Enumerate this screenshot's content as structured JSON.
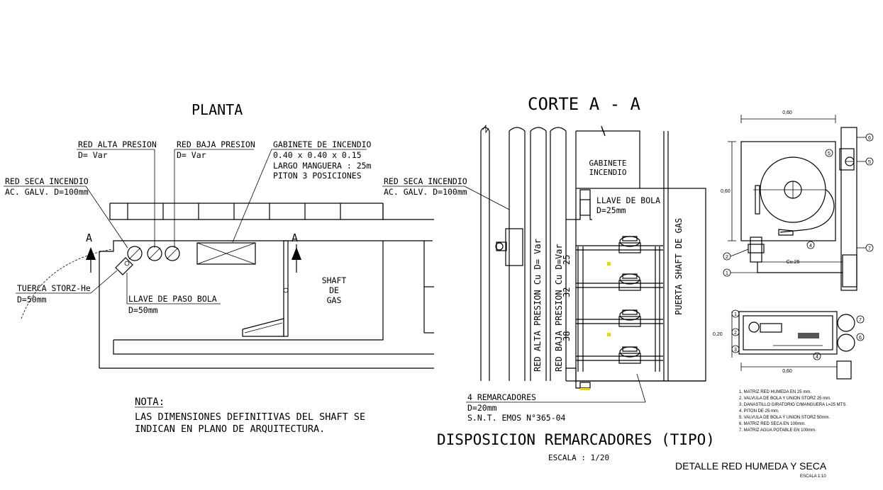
{
  "planta": {
    "title": "PLANTA",
    "red_alta": {
      "title": "RED ALTA PRESION",
      "sub": "D= Var"
    },
    "red_baja": {
      "title": "RED BAJA PRESION",
      "sub": "D= Var"
    },
    "gabinete": {
      "title": "GABINETE DE INCENDIO",
      "l1": "0.40 x 0.40 x 0.15",
      "l2": "LARGO MANGUERA : 25m",
      "l3": "PITON 3 POSICIONES"
    },
    "red_seca": {
      "title": "RED SECA INCENDIO",
      "sub": "AC. GALV. D=100mm"
    },
    "section_mark": "A",
    "tuerca": {
      "title": "TUERCA STORZ-He",
      "sub": "D=50mm"
    },
    "llave_paso": {
      "title": "LLAVE DE PASO BOLA",
      "sub": "D=50mm"
    },
    "shaft": [
      "SHAFT",
      "DE",
      "GAS"
    ]
  },
  "nota": {
    "title": "NOTA:",
    "l1": "LAS DIMENSIONES DEFINITIVAS DEL SHAFT SE",
    "l2": "INDICAN EN PLANO DE ARQUITECTURA."
  },
  "corte": {
    "title": "CORTE A - A",
    "red_seca": {
      "title": "RED SECA INCENDIO",
      "sub": "AC. GALV. D=100mm"
    },
    "gabinete": [
      "GABINETE",
      "INCENDIO"
    ],
    "llave_bola": {
      "title": "LLAVE DE BOLA",
      "sub": "D=25mm"
    },
    "vertical_alta": "RED ALTA PRESION Cu D= Var",
    "vertical_baja": "RED BAJA PRESION Cu D=Var",
    "vertical_puerta": "PUERTA SHAFT DE GAS",
    "dims": [
      "25",
      "32",
      "38"
    ],
    "remarcadores": {
      "title": "4 REMARCADORES",
      "l1": "D=20mm",
      "l2": "S.N.T. EMOS N°365-04"
    },
    "caption": "DISPOSICION REMARCADORES (TIPO)",
    "escala": "ESCALA : 1/20"
  },
  "detalle": {
    "dim_top": "0,60",
    "dim_side": "0,60",
    "dim_side2": "0,20",
    "dim_bottom": "0,60",
    "cu_label": "Cu.25",
    "markers": [
      "1",
      "2",
      "3",
      "4",
      "5",
      "6",
      "7"
    ],
    "legend": [
      "1. MATRIZ RED HUMEDA EN 25 mm.",
      "2. VALVULA DE BOLA Y UNION STORZ 25 mm.",
      "3. DANASTILLO GIRATORIO C/MANGUERA L=25 MTS.",
      "4. PITON DE 25 mm.",
      "5. VALVULA DE BOLA Y UNION STORZ 50mm.",
      "6. MATRIZ RED SECA EN 100mm.",
      "7. MATRIZ AGUA POTABLE EN 100mm."
    ],
    "title": "DETALLE RED HUMEDA Y SECA",
    "escala": "ESCALA 1:10"
  }
}
